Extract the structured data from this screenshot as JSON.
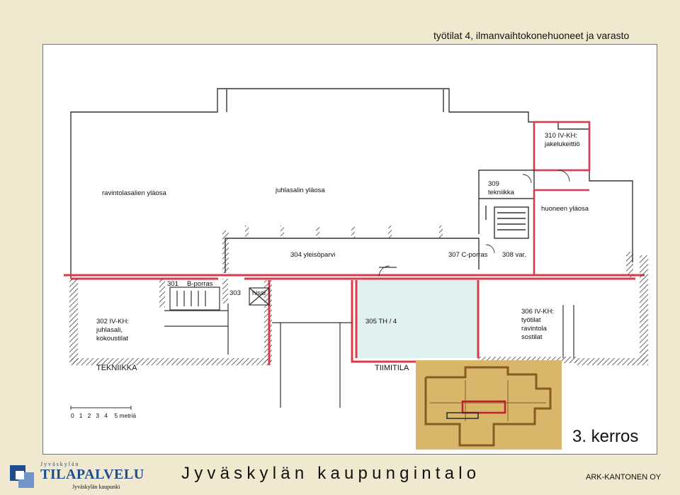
{
  "page_title": "työtilat 4, ilmanvaihtokonehuoneet ja varasto",
  "rooms": {
    "r310_line1": "310 IV-KH:",
    "r310_line2": "jakelukeittiö",
    "ravintolasalien": "ravintolasalien yläosa",
    "juhlasalin": "juhlasalin yläosa",
    "r309_line1": "309",
    "r309_line2": "tekniikka",
    "huoneen": "huoneen yläosa",
    "r304": "304 yleisöparvi",
    "r307": "307 C-porras",
    "r308": "308 var.",
    "r301": "301",
    "bporras": "B-porras",
    "r303": "303",
    "hissi": "hissi",
    "r302_line1": "302 IV-KH:",
    "r302_line2": "juhlasali,",
    "r302_line3": "kokoustilat",
    "r305": "305 TH / 4",
    "r306_line1": "306 IV-KH:",
    "r306_line2": "työtilat",
    "r306_line3": "ravintola",
    "r306_line4": "sostilat",
    "tekniikka": "TEKNIIKKA",
    "tiimitila": "TIIMITILA"
  },
  "scale_bar": "0   1   2   3   4    5 metriä",
  "floor_label": "3. kerros",
  "footer": {
    "city_hall": "Jyväskylän kaupungintalo",
    "credit": "ARK-KANTONEN OY",
    "logo_top": "Jyväskylän",
    "logo_main": "TILAPALVELU",
    "logo_sub": "Jyväskylän kaupunki"
  },
  "colors": {
    "wall_hatch": "#555555",
    "highlight_wall": "#d83b4a",
    "highlight_room": "#dff0ee",
    "logo_blue": "#1d4d8c",
    "key_map": "#d9b76a"
  }
}
